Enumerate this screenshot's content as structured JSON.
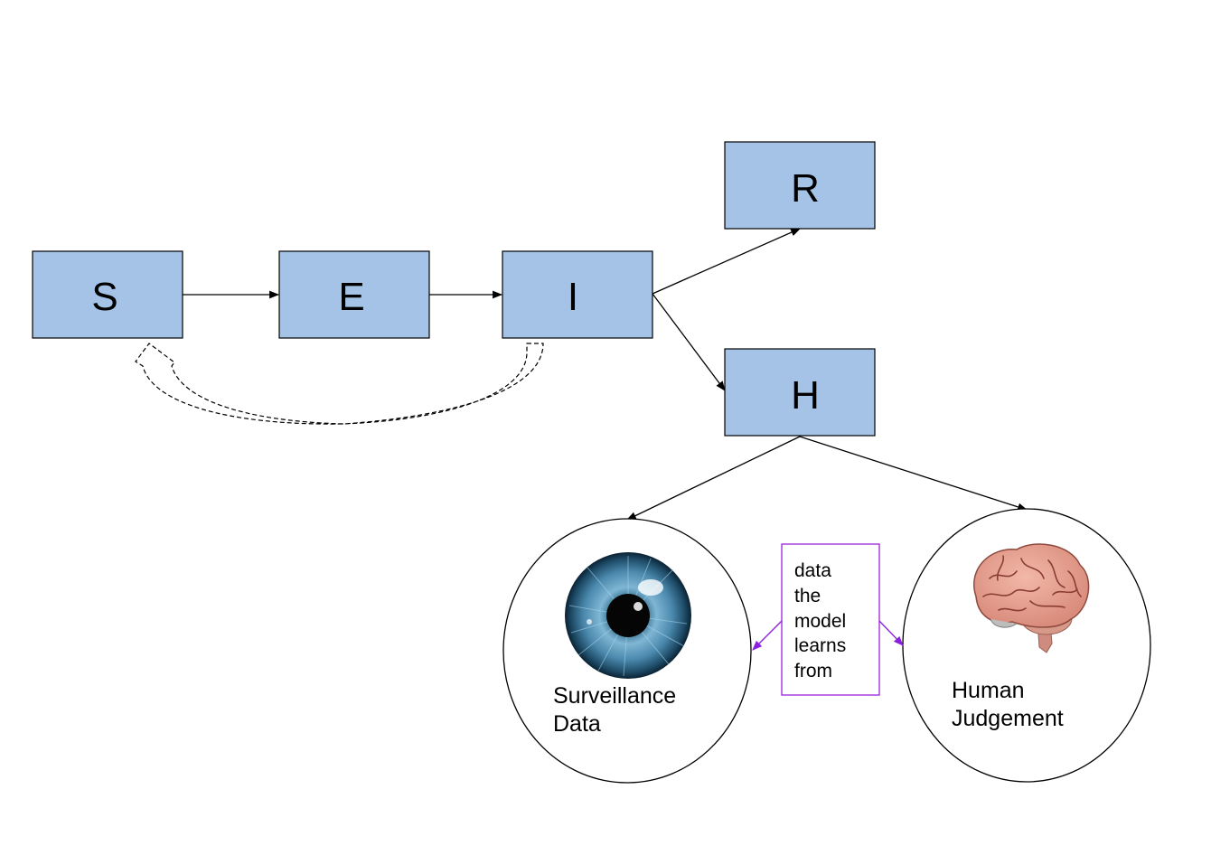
{
  "nodes": {
    "s": "S",
    "e": "E",
    "i": "I",
    "r": "R",
    "h": "H"
  },
  "sources": {
    "surveillance": {
      "line1": "Surveillance",
      "line2": "Data",
      "icon": "eye-icon"
    },
    "human": {
      "line1": "Human",
      "line2": "Judgement",
      "icon": "brain-icon"
    }
  },
  "note": {
    "lines": [
      "data",
      "the",
      "model",
      "learns",
      "from"
    ]
  },
  "colors": {
    "box_fill": "#a4c3e6",
    "box_stroke": "#000000",
    "note_stroke": "#9b20d9",
    "note_arrow": "#8a1fe0"
  }
}
